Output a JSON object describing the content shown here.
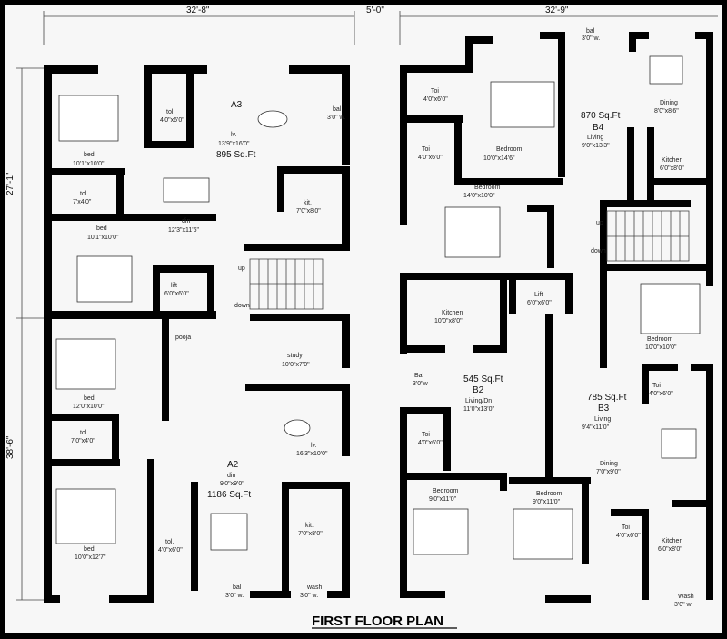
{
  "title": "FIRST FLOOR PLAN",
  "dimensions": {
    "top_left": "32'-8\"",
    "top_mid": "5'-0\"",
    "top_right": "32'-9\"",
    "left_upper": "27'-1\"",
    "left_lower": "38'-6\""
  },
  "units": {
    "a3": {
      "name": "A3",
      "room": "lv.",
      "size": "13'9\"x16'0\"",
      "area": "895 Sq.Ft"
    },
    "a2": {
      "room": "din",
      "size": "9'0\"x9'0\"",
      "name": "A2",
      "area": "1186 Sq.Ft"
    },
    "b4": {
      "area": "870 Sq.Ft",
      "name": "B4",
      "room": "Living",
      "size": "9'0\"x13'3\""
    },
    "b2": {
      "area": "545 Sq.Ft",
      "name": "B2",
      "room": "Living/Dn",
      "size": "11'0\"x13'0\""
    },
    "b3": {
      "area": "785 Sq.Ft",
      "name": "B3",
      "room": "Living",
      "size": "9'4\"x11'0\""
    }
  },
  "rooms": {
    "a3_bed": {
      "name": "bed",
      "size": "10'1\"x10'0\""
    },
    "a3_toilet": {
      "name": "tol.",
      "size": "4'0\"x6'0\""
    },
    "a3_bal": {
      "name": "bal",
      "size": "3'0\" w."
    },
    "a3_tol2": {
      "name": "tol.",
      "size": "7'x4'0\""
    },
    "a3_bed2": {
      "name": "bed",
      "size": "10'1\"x10'0\""
    },
    "a3_din": {
      "name": "din",
      "size": "12'3\"x11'6\""
    },
    "a3_kit": {
      "name": "kit.",
      "size": "7'0\"x8'0\""
    },
    "lift_left": {
      "name": "lift",
      "size": "6'0\"x6'0\""
    },
    "pooja": {
      "name": "pooja"
    },
    "study": {
      "name": "study",
      "size": "10'0\"x7'0\""
    },
    "a2_bed1": {
      "name": "bed",
      "size": "12'0\"x10'0\""
    },
    "a2_tol1": {
      "name": "tol.",
      "size": "7'0\"x4'0\""
    },
    "a2_lv": {
      "name": "lv.",
      "size": "16'3\"x10'0\""
    },
    "a2_bed2": {
      "name": "bed",
      "size": "10'0\"x12'7\""
    },
    "a2_tol2": {
      "name": "tol.",
      "size": "4'0\"x6'0\""
    },
    "a2_kit": {
      "name": "kit.",
      "size": "7'0\"x8'0\""
    },
    "a2_bal": {
      "name": "bal",
      "size": "3'0\" w."
    },
    "a2_wash": {
      "name": "wash",
      "size": "3'0\" w."
    },
    "b4_bal": {
      "name": "bal",
      "size": "3'0\" w."
    },
    "b4_toi1": {
      "name": "Toi",
      "size": "4'0\"x6'0\""
    },
    "b4_bedroom": {
      "name": "Bedroom",
      "size": "10'0\"x14'6\""
    },
    "b4_dining": {
      "name": "Dining",
      "size": "8'0\"x8'6\""
    },
    "b4_kitchen": {
      "name": "Kitchen",
      "size": "6'0\"x8'0\""
    },
    "b4_toi2": {
      "name": "Toi",
      "size": "4'0\"x6'0\""
    },
    "bedroom_mid": {
      "name": "Bedroom",
      "size": "14'0\"x10'0\""
    },
    "up": {
      "name": "up"
    },
    "down": {
      "name": "down"
    },
    "down_left": {
      "name": "down"
    },
    "up_left": {
      "name": "up"
    },
    "b2_kitchen": {
      "name": "Kitchen",
      "size": "10'0\"x8'0\""
    },
    "lift_right": {
      "name": "Lift",
      "size": "6'0\"x6'0\""
    },
    "b3_bedroom1": {
      "name": "Bedroom",
      "size": "10'0\"x10'0\""
    },
    "b2_bal": {
      "name": "Bal",
      "size": "3'0\"w"
    },
    "b2_toi": {
      "name": "Toi",
      "size": "4'0\"x6'0\""
    },
    "b3_toi1": {
      "name": "Toi",
      "size": "4'0\"x6'0\""
    },
    "b3_dining": {
      "name": "Dining",
      "size": "7'0\"x9'0\""
    },
    "b2_bedroom": {
      "name": "Bedroom",
      "size": "9'0\"x11'0\""
    },
    "b3_bedroom2": {
      "name": "Bedroom",
      "size": "9'0\"x11'0\""
    },
    "b3_toi2": {
      "name": "Toi",
      "size": "4'0\"x6'0\""
    },
    "b3_kitchen": {
      "name": "Kitchen",
      "size": "6'0\"x8'0\""
    },
    "b3_wash": {
      "name": "Wash",
      "size": "3'0\" w"
    }
  }
}
